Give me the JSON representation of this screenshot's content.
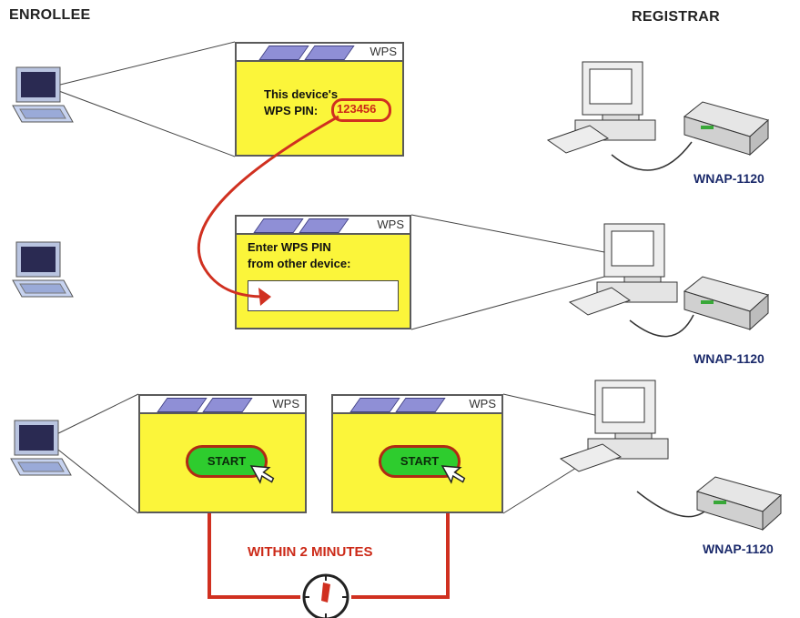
{
  "headers": {
    "enrollee": "ENROLLEE",
    "registrar": "REGISTRAR"
  },
  "device_label": "WNAP-1120",
  "window_title": "WPS",
  "pin_window": {
    "line1": "This device's",
    "line2": "WPS PIN:",
    "pin": "123456"
  },
  "enter_window": {
    "line1": "Enter WPS PIN",
    "line2": "from other device:"
  },
  "start_label": "START",
  "timer_label": "WITHIN 2 MINUTES",
  "colors": {
    "window_fill": "#fbf53a",
    "arrow_red": "#d03020",
    "button_green": "#2ecc2e",
    "label_blue": "#1b2a6b"
  }
}
